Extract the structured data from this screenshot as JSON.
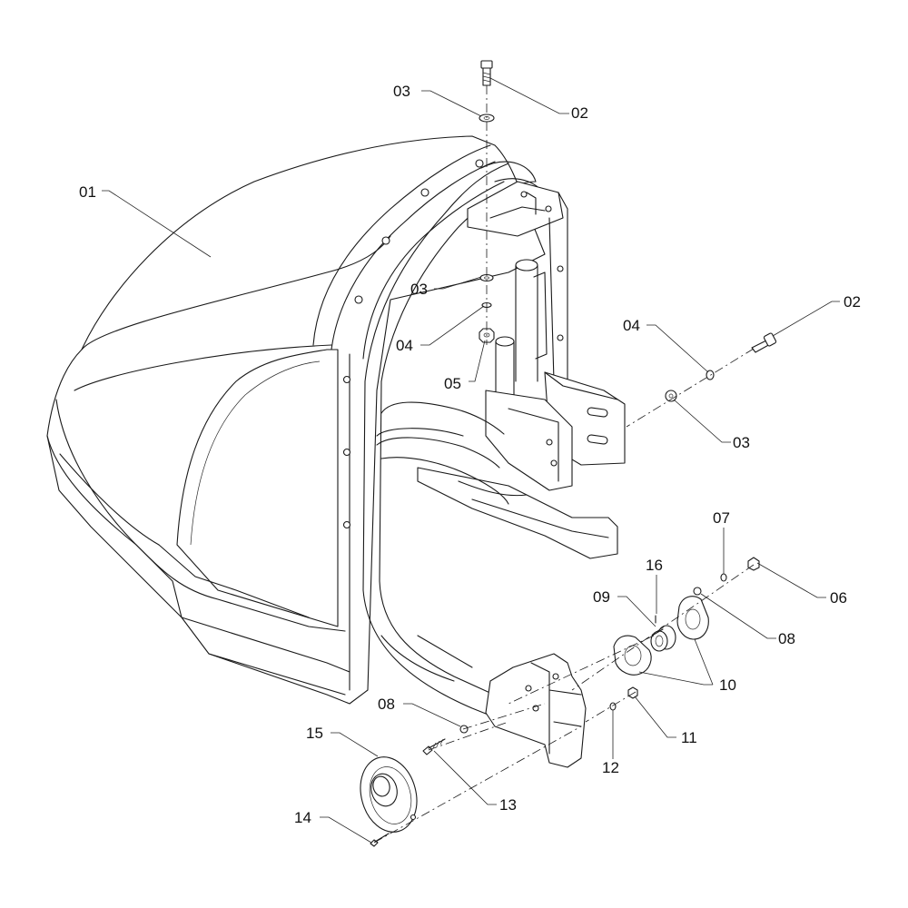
{
  "diagram": {
    "parts": [
      {
        "key": "p01",
        "number": "01"
      },
      {
        "key": "p02a",
        "number": "02"
      },
      {
        "key": "p03a",
        "number": "03"
      },
      {
        "key": "p03b",
        "number": "03"
      },
      {
        "key": "p04a",
        "number": "04"
      },
      {
        "key": "p05",
        "number": "05"
      },
      {
        "key": "p02b",
        "number": "02"
      },
      {
        "key": "p04b",
        "number": "04"
      },
      {
        "key": "p03c",
        "number": "03"
      },
      {
        "key": "p07",
        "number": "07"
      },
      {
        "key": "p16",
        "number": "16"
      },
      {
        "key": "p06",
        "number": "06"
      },
      {
        "key": "p09",
        "number": "09"
      },
      {
        "key": "p08a",
        "number": "08"
      },
      {
        "key": "p10",
        "number": "10"
      },
      {
        "key": "p08b",
        "number": "08"
      },
      {
        "key": "p11",
        "number": "11"
      },
      {
        "key": "p15",
        "number": "15"
      },
      {
        "key": "p12",
        "number": "12"
      },
      {
        "key": "p13",
        "number": "13"
      },
      {
        "key": "p14",
        "number": "14"
      }
    ]
  }
}
